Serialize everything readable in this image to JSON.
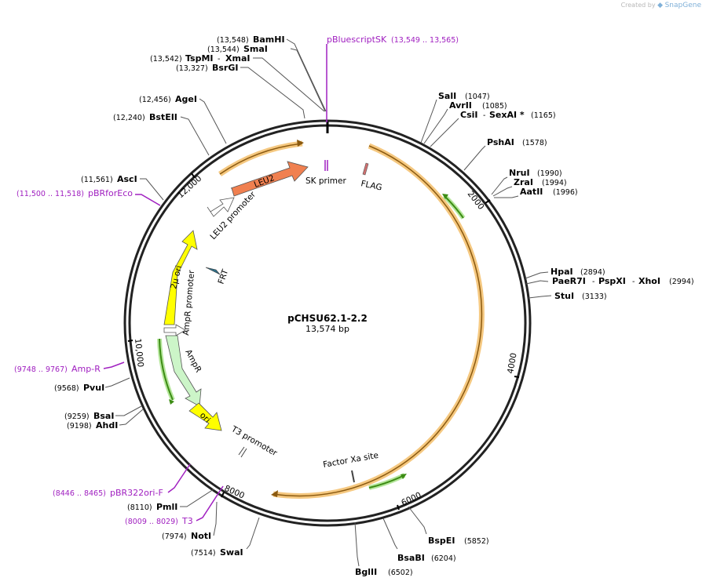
{
  "watermark": {
    "prefix": "Created by",
    "brand": "SnapGene"
  },
  "plasmid": {
    "name": "pCHSU62.1-2.2",
    "length_label": "13,574 bp"
  },
  "ticks": [
    "2000",
    "4000",
    "6000",
    "8000",
    "10,000",
    "12,000"
  ],
  "sites": [
    {
      "pos": "(13,548)",
      "name": "BamHI"
    },
    {
      "pos": "(13,544)",
      "name": "SmaI"
    },
    {
      "pos": "(13,542)",
      "name": "TspMI",
      "extra": "XmaI"
    },
    {
      "pos": "(13,327)",
      "name": "BsrGI"
    },
    {
      "pos": "(12,456)",
      "name": "AgeI"
    },
    {
      "pos": "(12,240)",
      "name": "BstEII"
    },
    {
      "pos": "(11,561)",
      "name": "AscI"
    },
    {
      "pos": "(9568)",
      "name": "PvuI"
    },
    {
      "pos": "(9259)",
      "name": "BsaI"
    },
    {
      "pos": "(9198)",
      "name": "AhdI"
    },
    {
      "pos": "(8110)",
      "name": "PmlI"
    },
    {
      "pos": "(7974)",
      "name": "NotI"
    },
    {
      "pos": "(7514)",
      "name": "SwaI"
    },
    {
      "pos": "(6502)",
      "name": "BglII"
    },
    {
      "pos": "(6204)",
      "name": "BsaBI"
    },
    {
      "pos": "(5852)",
      "name": "BspEI"
    },
    {
      "pos": "(1047)",
      "name": "SalI"
    },
    {
      "pos": "(1085)",
      "name": "AvrII"
    },
    {
      "pos": "(1165)",
      "name": "CsiI",
      "extra": "SexAI *"
    },
    {
      "pos": "(1578)",
      "name": "PshAI"
    },
    {
      "pos": "(1990)",
      "name": "NruI"
    },
    {
      "pos": "(1994)",
      "name": "ZraI"
    },
    {
      "pos": "(1996)",
      "name": "AatII"
    },
    {
      "pos": "(2894)",
      "name": "HpaI"
    },
    {
      "pos": "(2994)",
      "name": "PaeR7I",
      "extra": "PspXI",
      "extra2": "XhoI"
    },
    {
      "pos": "(3133)",
      "name": "StuI"
    }
  ],
  "primers": [
    {
      "name": "pBluescriptSK",
      "range": "(13,549 .. 13,565)"
    },
    {
      "name": "pBRforEco",
      "range": "(11,500 .. 11,518)"
    },
    {
      "name": "Amp-R",
      "range": "(9748 .. 9767)"
    },
    {
      "name": "pBR322ori-F",
      "range": "(8446 .. 8465)"
    },
    {
      "name": "T3",
      "range": "(8009 .. 8029)"
    }
  ],
  "features": {
    "leu2": "LEU2",
    "leu2_promoter": "LEU2 promoter",
    "two_micron": "2μ ori",
    "ampr_promoter": "AmpR promoter",
    "ampr": "AmpR",
    "ori": "ori",
    "t3_promoter": "T3 promoter",
    "factor_xa": "Factor Xa site",
    "sk_primer": "SK primer",
    "flag": "FLAG",
    "frt": "FRT"
  },
  "colors": {
    "backbone": "#222222",
    "primer": "#a020c0",
    "leu2": "#f08050",
    "yellow_feature": "#ffff00",
    "ampr": "#ccf5c8",
    "orf_highlight": "#f5c880",
    "orf_line": "#8b5a10",
    "green_arrow": "#3c8c14",
    "green_highlight": "#b4e69a",
    "frt": "#30708a",
    "flag": "#d07070"
  }
}
